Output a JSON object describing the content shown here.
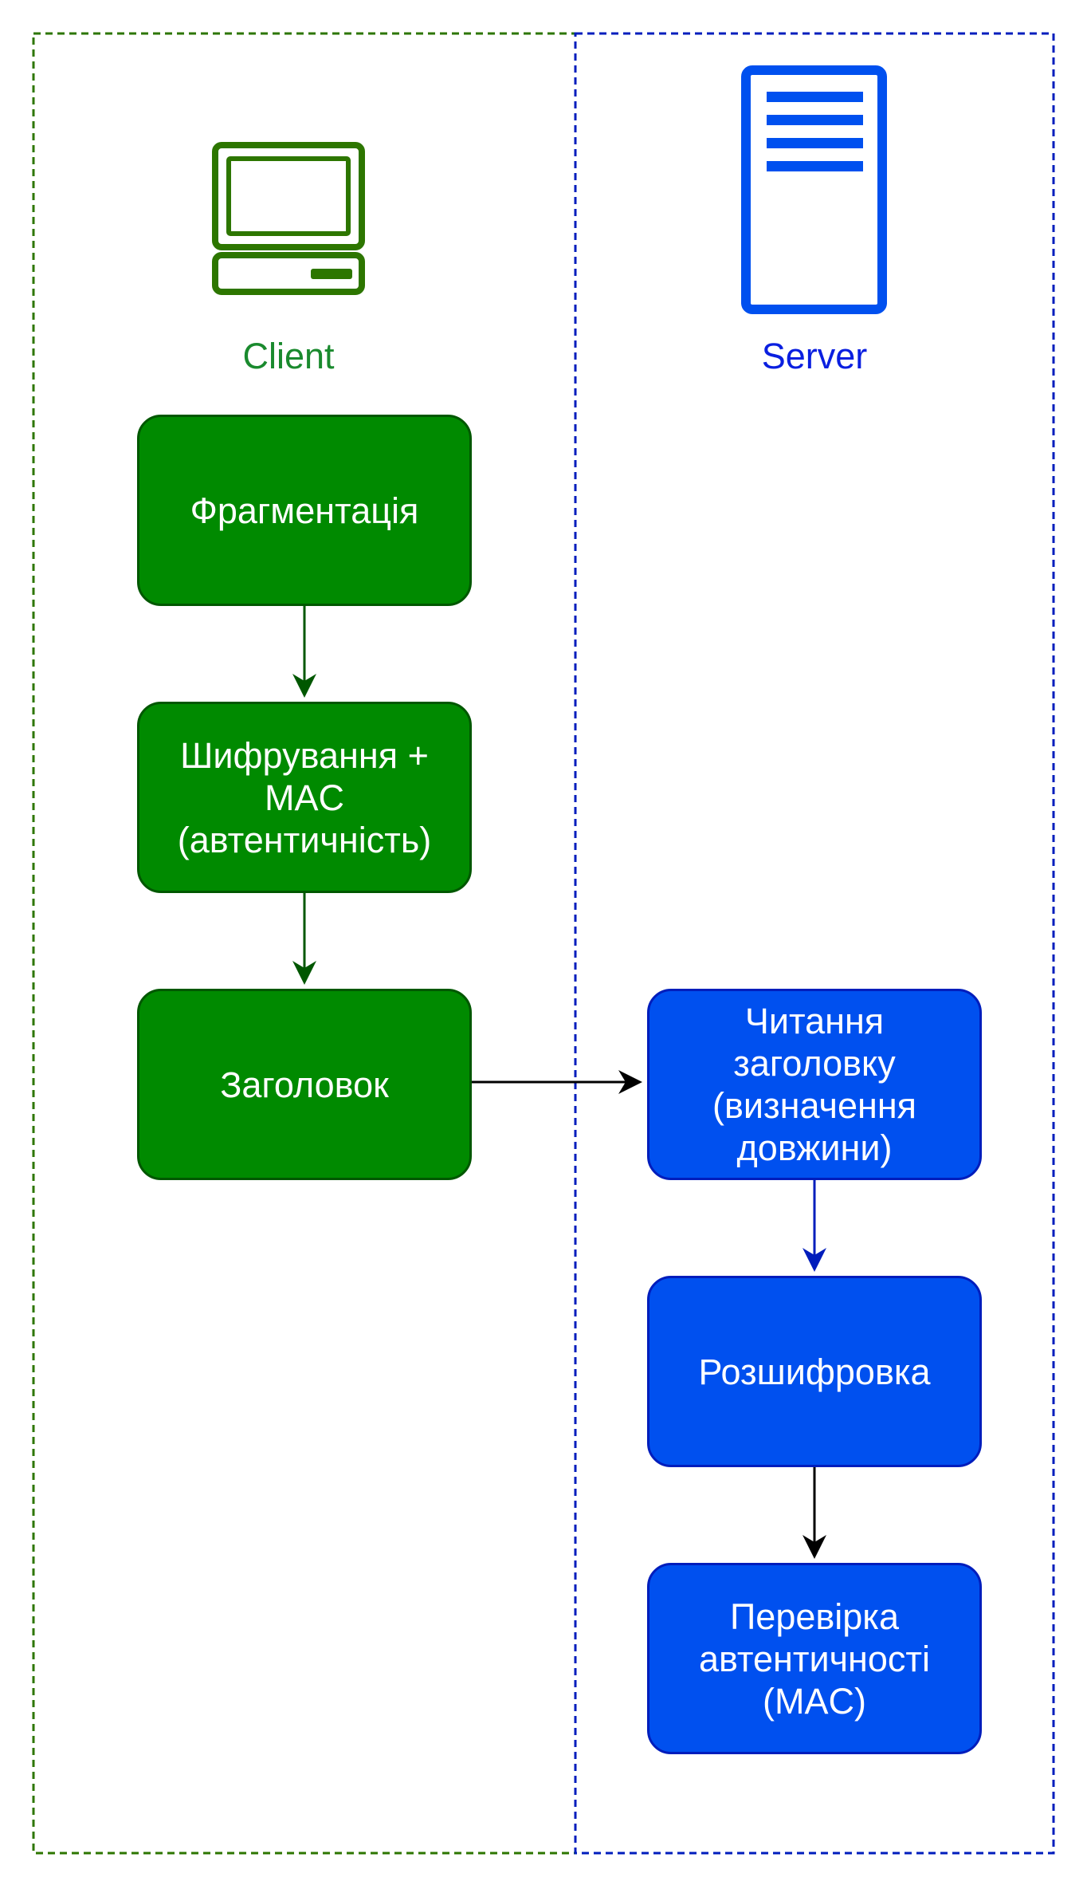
{
  "lanes": {
    "client": {
      "title": "Client",
      "icon": "desktop-computer-icon",
      "color": "#008a00",
      "border_color": "#2d7600"
    },
    "server": {
      "title": "Server",
      "icon": "server-tower-icon",
      "color": "#0050ef",
      "border_color": "#001dbc"
    }
  },
  "client_steps": {
    "fragmentation": "Фрагментація",
    "encryption": "Шифрування +\nMAC\n(автентичність)",
    "header": "Заголовок"
  },
  "server_steps": {
    "read_header": "Читання\nзаголовку\n(визначення\nдовжини)",
    "decryption": "Розшифровка",
    "auth_check": "Перевірка\nавтентичності\n(MAC)"
  }
}
